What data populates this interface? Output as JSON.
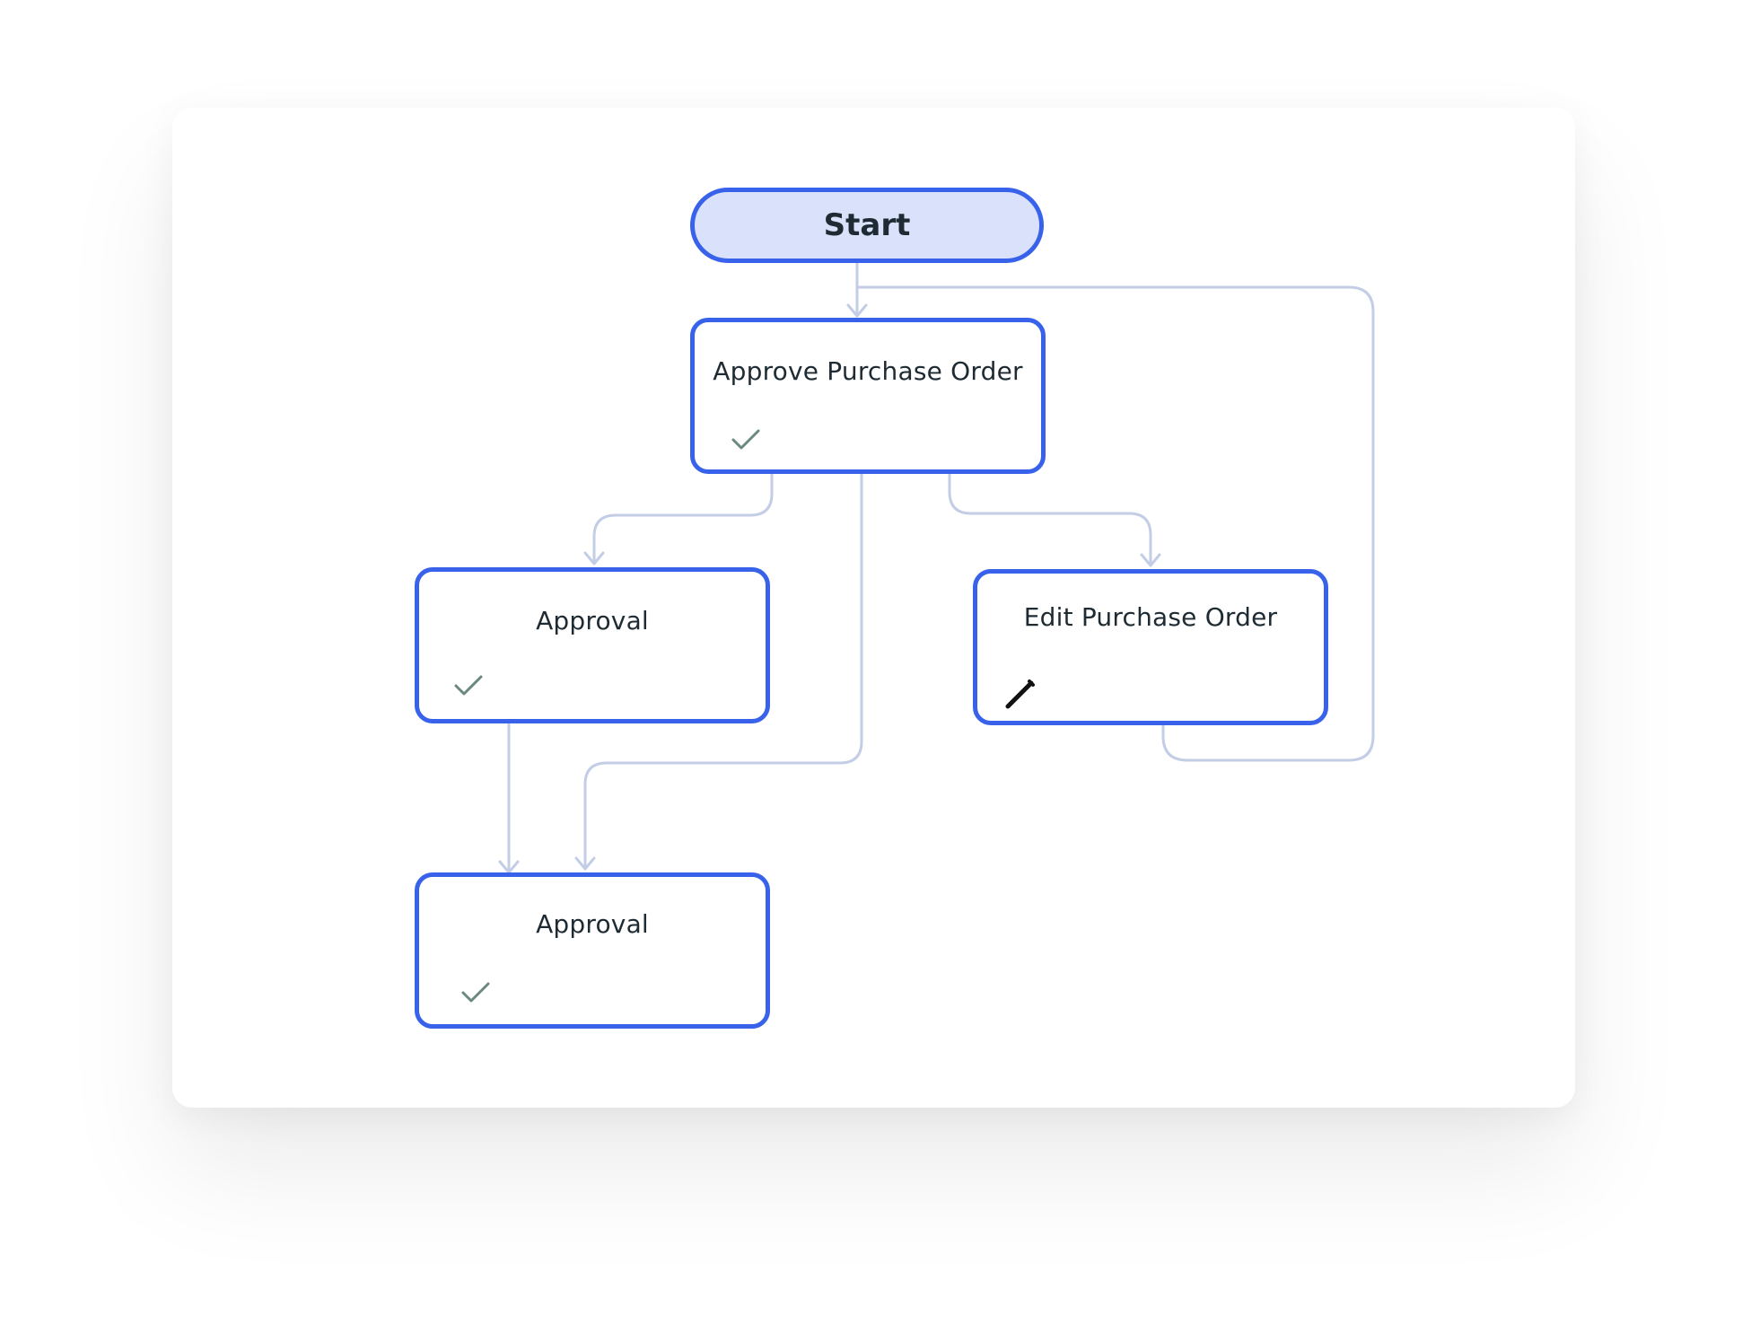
{
  "diagram": {
    "start": {
      "label": "Start"
    },
    "nodes": [
      {
        "id": "approve-po",
        "label": "Approve Purchase Order",
        "status_icon": "check-icon"
      },
      {
        "id": "approval-1",
        "label": "Approval",
        "status_icon": "check-icon"
      },
      {
        "id": "edit-po",
        "label": "Edit Purchase Order",
        "status_icon": "pencil-icon"
      },
      {
        "id": "approval-2",
        "label": "Approval",
        "status_icon": "check-icon"
      }
    ],
    "edges": [
      {
        "from": "start",
        "to": "approve-po"
      },
      {
        "from": "approve-po",
        "to": "approval-1"
      },
      {
        "from": "approve-po",
        "to": "edit-po"
      },
      {
        "from": "approve-po",
        "to": "approval-2"
      },
      {
        "from": "approval-1",
        "to": "approval-2"
      },
      {
        "from": "edit-po",
        "to": "approve-po"
      }
    ],
    "colors": {
      "node_border": "#3862ea",
      "start_fill": "#d9e1fb",
      "connector": "#c3cde6",
      "check": "#6b8a7e",
      "text": "#1f2b33"
    }
  }
}
